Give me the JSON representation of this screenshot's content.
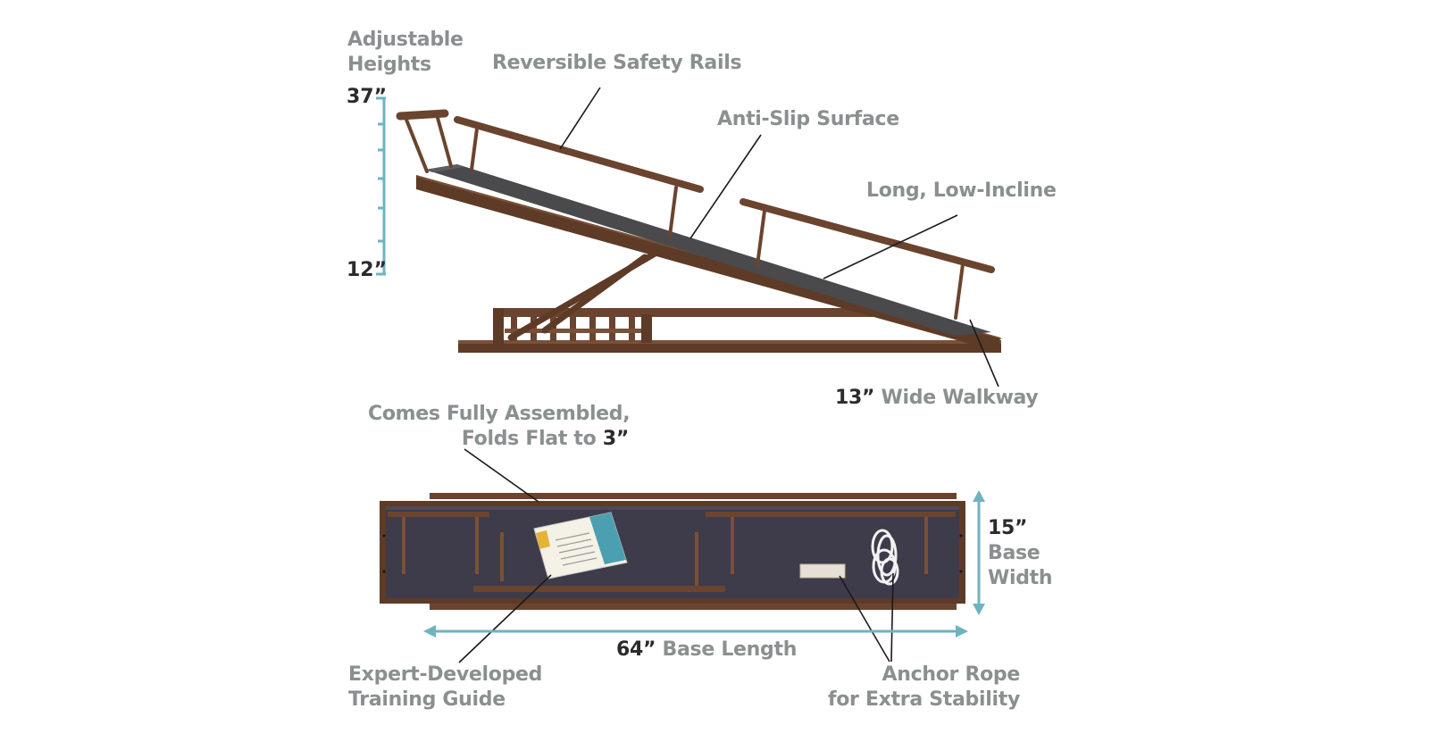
{
  "colors": {
    "label": "#8a8f8f",
    "dimension": "#2b2b2b",
    "measure_line": "#6fb3c1",
    "wood": "#5e3b27",
    "wood_light": "#7a5038",
    "surface": "#4a4a4d",
    "surface_top": "#3e3b4a",
    "leader": "#1a1a1a"
  },
  "labels": {
    "adjustable_heights": [
      "Adjustable",
      "Heights"
    ],
    "height_max": "37”",
    "height_min": "12”",
    "safety_rails": "Reversible Safety Rails",
    "anti_slip": "Anti-Slip Surface",
    "incline": "Long, Low-Incline",
    "walkway_value": "13”",
    "walkway_text": " Wide Walkway",
    "assembled_line1": "Comes Fully Assembled,",
    "assembled_line2_text": "Folds Flat to ",
    "assembled_line2_value": "3”",
    "base_width_value": "15”",
    "base_width_text": [
      "Base",
      "Width"
    ],
    "base_length_value": "64”",
    "base_length_text": " Base Length",
    "training_guide": [
      "Expert-Developed",
      "Training Guide"
    ],
    "anchor_rope": [
      "Anchor Rope",
      "for Extra Stability"
    ]
  },
  "icons": {
    "guide_booklet": "booklet-icon",
    "rope_coil": "rope-coil-icon"
  }
}
